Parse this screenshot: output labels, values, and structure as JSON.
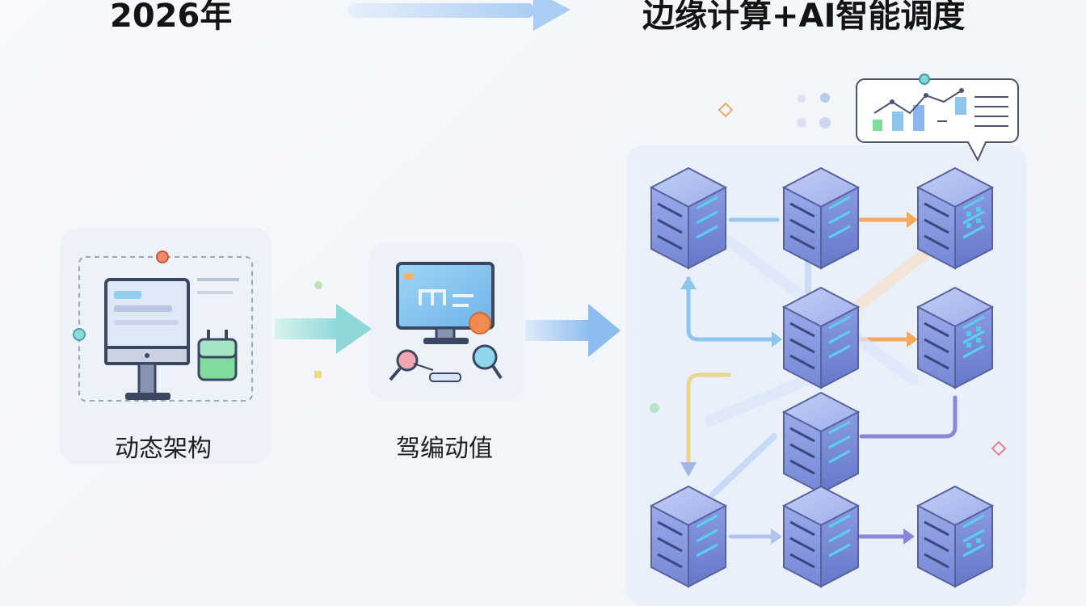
{
  "header": {
    "left_title": "2026年",
    "right_title": "边缘计算+AI智能调度"
  },
  "stages": [
    {
      "label": "动态架构"
    },
    {
      "label": "驾编动值"
    }
  ],
  "colors": {
    "server_top": "#a7b6ee",
    "server_side": "#7e92de",
    "arrow_blue": "#7fb2ea",
    "arrow_orange": "#f3a85e",
    "arrow_purple": "#8c86d6"
  }
}
